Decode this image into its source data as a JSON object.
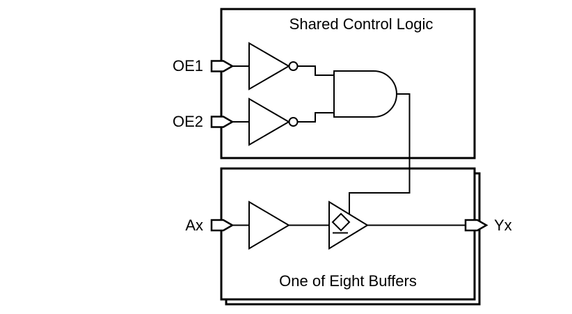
{
  "canvas": {
    "background": "#ffffff",
    "line_color": "#000000"
  },
  "shared_control_logic": {
    "title": "Shared Control Logic",
    "inputs": [
      {
        "label": "OE1"
      },
      {
        "label": "OE2"
      }
    ],
    "gates": [
      "inverter",
      "inverter",
      "and"
    ]
  },
  "buffer_section": {
    "title": "One of Eight Buffers",
    "input_label": "Ax",
    "output_label": "Yx",
    "gates": [
      "buffer",
      "tristate-buffer-open-drain"
    ]
  }
}
